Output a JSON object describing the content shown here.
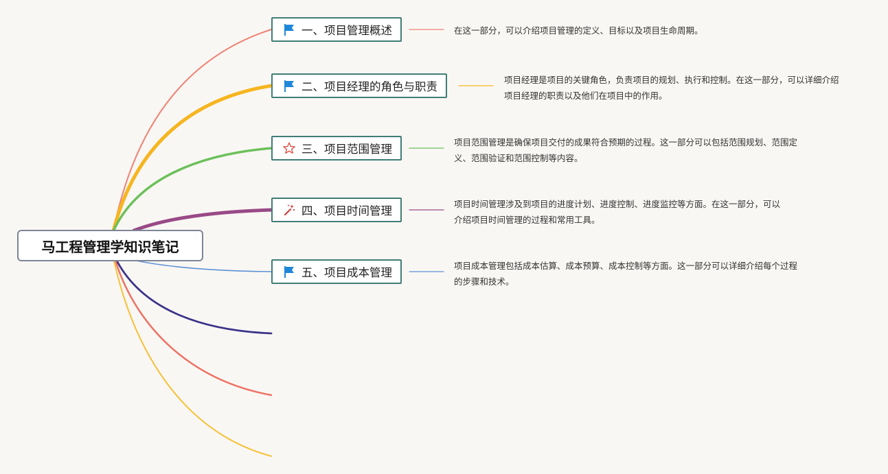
{
  "root": {
    "title": "马工程管理学知识笔记"
  },
  "topics": [
    {
      "label": "一、项目管理概述",
      "icon": "flag-icon",
      "color": "#ef8172",
      "note": "在这一部分，可以介绍项目管理的定义、目标以及项目生命周期。"
    },
    {
      "label": "二、项目经理的角色与职责",
      "icon": "flag-icon",
      "color": "#f6b520",
      "note": "项目经理是项目的关键角色，负责项目的规划、执行和控制。在这一部分，可以详细介绍项目经理的职责以及他们在项目中的作用。"
    },
    {
      "label": "三、项目范围管理",
      "icon": "star-outline-icon",
      "color": "#6cc05a",
      "note": "项目范围管理是确保项目交付的成果符合预期的过程。这一部分可以包括范围规划、范围定义、范围验证和范围控制等内容。"
    },
    {
      "label": "四、项目时间管理",
      "icon": "magic-wand-icon",
      "color": "#994a87",
      "note": "项目时间管理涉及到项目的进度计划、进度控制、进度监控等方面。在这一部分，可以介绍项目时间管理的过程和常用工具。"
    },
    {
      "label": "五、项目成本管理",
      "icon": "flag-icon",
      "color": "#5b90d4",
      "note": "项目成本管理包括成本估算、成本预算、成本控制等方面。这一部分可以详细介绍每个过程的步骤和技术。"
    }
  ],
  "empty_branches": [
    {
      "color": "#3b3489"
    },
    {
      "color": "#ee7163"
    },
    {
      "color": "#f6c136"
    }
  ],
  "colors": {
    "flag": "#1f87d8",
    "star": "#e0483e",
    "wand": "#d13c3c"
  }
}
